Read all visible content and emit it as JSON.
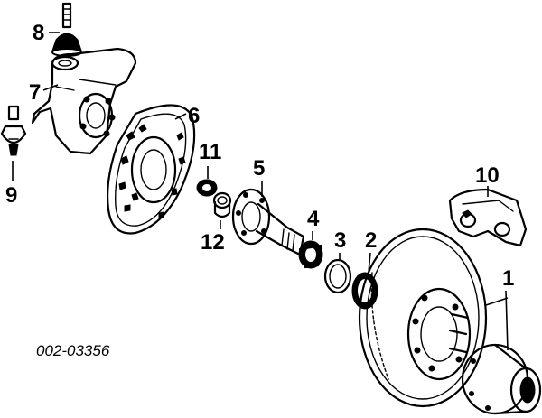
{
  "callouts": {
    "c1": "1",
    "c2": "2",
    "c3": "3",
    "c4": "4",
    "c5": "5",
    "c6": "6",
    "c7": "7",
    "c8": "8",
    "c9": "9",
    "c10": "10",
    "c11": "11",
    "c12": "12"
  },
  "part_number": "002-03356"
}
